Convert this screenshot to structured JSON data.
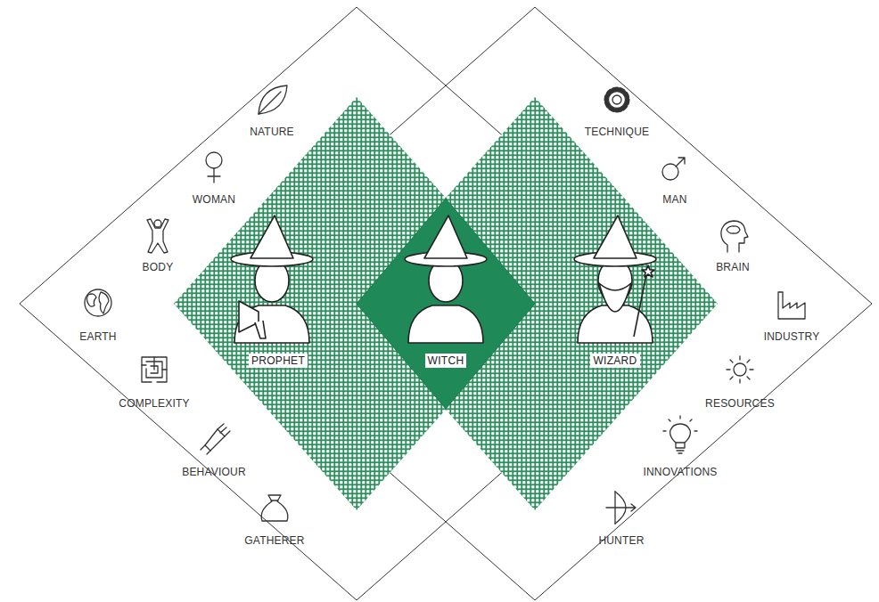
{
  "diagram": {
    "nodes": [
      {
        "text": [
          "NATURE",
          "WOMAN",
          "BODY",
          "EARTH",
          "COMPLEXITY",
          "BEHAVIOUR",
          "GATHERER"
        ]
      },
      {
        "text": [
          "PROPHET"
        ],
        "in": 0
      },
      {
        "text": [
          "TECHNIQUE",
          "MAN",
          "BRAIN",
          "INDUSTRY",
          "RESOURCES",
          "INNOVATIONS",
          "HUNTER"
        ]
      },
      {
        "text": [
          "WIZARD"
        ],
        "in": 2
      },
      {
        "text": [
          "WITCH"
        ]
      }
    ]
  }
}
